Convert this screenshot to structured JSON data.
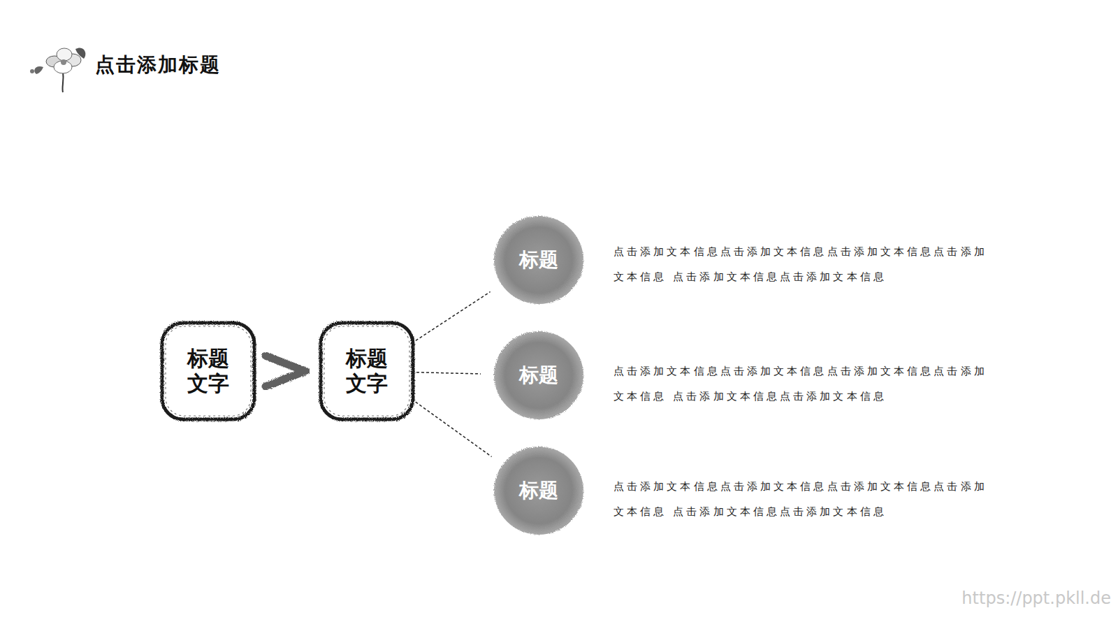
{
  "diagram": {
    "title": "点击添加标题",
    "nodes": [
      {
        "text": [
          "标题 文字"
        ]
      },
      {
        "text": [
          "标题 文字"
        ]
      },
      {
        "text": [
          "标题"
        ]
      },
      {
        "text": [
          "标题"
        ]
      },
      {
        "text": [
          "标题"
        ]
      }
    ],
    "edges": [
      {
        "from": 0,
        "to": 1,
        "arrow": "to"
      },
      {
        "from": 1,
        "to": 2,
        "arrow": "none"
      },
      {
        "from": 1,
        "to": 3,
        "arrow": "none"
      },
      {
        "from": 1,
        "to": 4,
        "arrow": "none"
      }
    ],
    "labels": [
      "点击添加文本信息点击添加文本信息点击添加文本信息点击添加文本信息 点击添加文本信息点击添加文本信息",
      "点击添加文本信息点击添加文本信息点击添加文本信息点击添加文本信息 点击添加文本信息点击添加文本信息",
      "点击添加文本信息点击添加文本信息点击添加文本信息点击添加文本信息 点击添加文本信息点击添加文本信息",
      "https://ppt.pkll.de"
    ]
  }
}
